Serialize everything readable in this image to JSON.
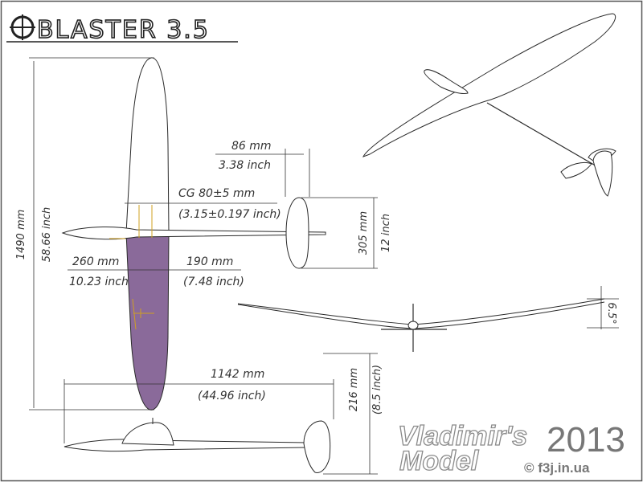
{
  "title": "BLASTER 3.5",
  "colors": {
    "wing_fill": "#8a6a9a",
    "line": "#2a2a2a",
    "cg_marks": "#d0a020",
    "watermark": "#8a8a8a"
  },
  "icons": {
    "logo": "target-crosshair-icon"
  },
  "dimensions": {
    "span_mm": "1490 mm",
    "span_inch": "58.66 inch",
    "fuselage_width_mm": "86 mm",
    "fuselage_width_inch": "3.38 inch",
    "cg": "CG 80±5 mm",
    "cg_inch": "(3.15±0.197 inch)",
    "stab_mm": "305 mm",
    "stab_inch": "12 inch",
    "nose_mm": "260 mm",
    "nose_inch": "10.23 inch",
    "root_chord_mm": "190 mm",
    "root_chord_inch": "(7.48 inch)",
    "length_mm": "1142 mm",
    "length_inch": "(44.96 inch)",
    "height_mm": "216 mm",
    "height_inch": "(8.5 inch)",
    "dihedral": "6.5°"
  },
  "watermark": {
    "line1": "Vladimir's",
    "line2": "Model",
    "year": "2013",
    "site": "© f3j.in.ua"
  }
}
